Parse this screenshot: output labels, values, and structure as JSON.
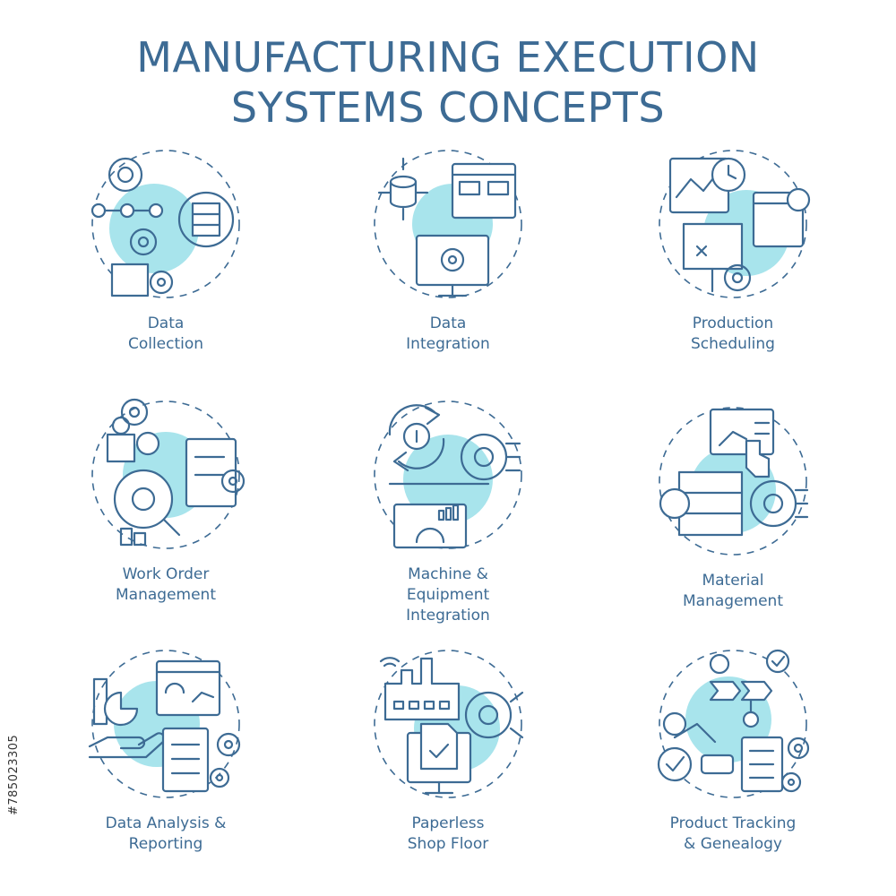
{
  "title": {
    "line1": "MANUFACTURING EXECUTION",
    "line2": "SYSTEMS CONCEPTS"
  },
  "concepts": [
    {
      "line1": "Data",
      "line2": "Collection",
      "icon": "data-collection-icon"
    },
    {
      "line1": "Data",
      "line2": "Integration",
      "icon": "data-integration-icon"
    },
    {
      "line1": "Production",
      "line2": "Scheduling",
      "icon": "production-scheduling-icon"
    },
    {
      "line1": "Work Order",
      "line2": "Management",
      "icon": "work-order-icon"
    },
    {
      "line1": "Machine &",
      "line2": "Equipment",
      "line3": "Integration",
      "icon": "machine-equipment-icon"
    },
    {
      "line1": "Material",
      "line2": "Management",
      "icon": "material-management-icon"
    },
    {
      "line1": "Data Analysis &",
      "line2": "Reporting",
      "icon": "data-analysis-icon"
    },
    {
      "line1": "Paperless",
      "line2": "Shop Floor",
      "icon": "paperless-shop-floor-icon"
    },
    {
      "line1": "Product Tracking",
      "line2": "& Genealogy",
      "icon": "product-tracking-icon"
    }
  ],
  "stock_id": "#785023305",
  "colors": {
    "accent": "#3d6b94",
    "highlight": "#a8e4ec"
  }
}
